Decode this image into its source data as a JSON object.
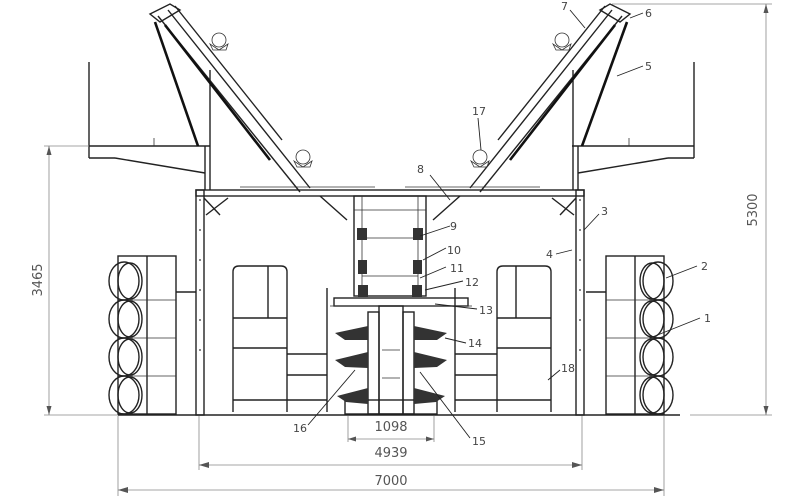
{
  "drawing": {
    "title": "Machine front elevation drawing",
    "line_color": "#222222",
    "dimension_color": "#888888"
  },
  "dimensions": {
    "overall_width": "7000",
    "frame_width": "4939",
    "center_base_width": "1098",
    "overall_height": "5300",
    "platform_height": "3465"
  },
  "labels": {
    "l1": "1",
    "l2": "2",
    "l3": "3",
    "l4": "4",
    "l5": "5",
    "l6": "6",
    "l7": "7",
    "l8": "8",
    "l9": "9",
    "l10": "10",
    "l11": "11",
    "l12": "12",
    "l13": "13",
    "l14": "14",
    "l15": "15",
    "l16": "16",
    "l17": "17",
    "l18": "18"
  }
}
